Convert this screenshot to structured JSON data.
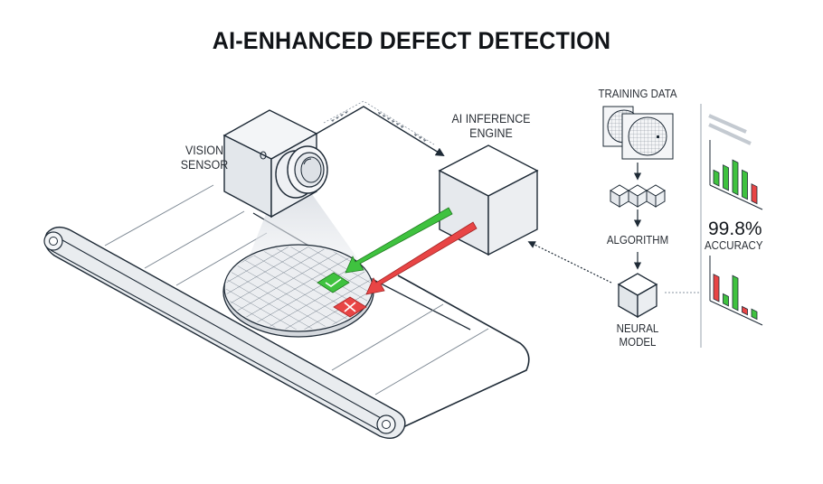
{
  "title": "AI-ENHANCED DEFECT DETECTION",
  "labels": {
    "vision_sensor": "VISION\nSENSOR",
    "inference_engine": "AI INFERENCE\nENGINE",
    "training_data": "TRAINING DATA",
    "algorithm": "ALGORITHM",
    "neural_model": "NEURAL\nMODEL"
  },
  "metric": {
    "value": "99.8%",
    "label": "ACCURACY"
  },
  "icons": {
    "pass": "check-mark-icon",
    "fail": "x-mark-icon"
  },
  "colors": {
    "pass": "#3fc23f",
    "fail": "#e84545",
    "line": "#1e2a36",
    "fill": "#e8ebef"
  },
  "mini_charts": {
    "top": {
      "values": [
        0.35,
        0.6,
        0.85,
        0.7,
        0.45
      ],
      "status": [
        "pass",
        "pass",
        "pass",
        "pass",
        "fail"
      ]
    },
    "bottom": {
      "values": [
        0.65,
        0.25,
        0.85,
        0.15,
        0.2
      ],
      "status": [
        "fail",
        "pass",
        "pass",
        "fail",
        "pass"
      ]
    }
  }
}
